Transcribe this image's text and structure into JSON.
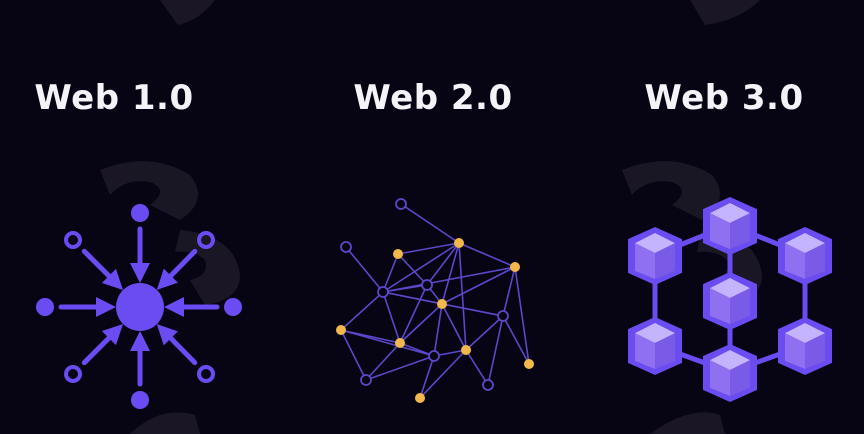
{
  "titles": {
    "web1": "Web 1.0",
    "web2": "Web 2.0",
    "web3": "Web 3.0"
  },
  "colors": {
    "background": "#070414",
    "accent_purple": "#6b4cf2",
    "network_line": "#5a48c8",
    "node_yellow": "#f2b84b",
    "cube_top": "#c4b4ff",
    "cube_left": "#8f70f0",
    "cube_right": "#7a5be8",
    "cube_edge": "#6a4cf0",
    "watermark": "#2a2733"
  },
  "icons": {
    "web1": "centralized-star-icon",
    "web2": "network-graph-icon",
    "web3": "blockchain-cubes-icon",
    "watermark": "logo-watermark-icon"
  }
}
